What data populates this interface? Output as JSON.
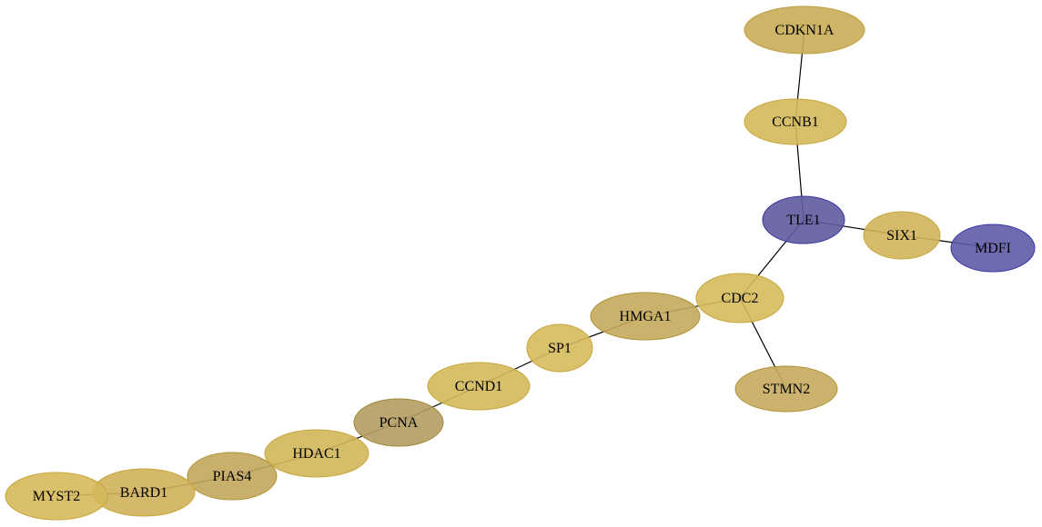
{
  "nodes": [
    {
      "id": "CDKN1A",
      "label": "CDKN1A",
      "color": "#c9ac55",
      "stroke": "#c0a040"
    },
    {
      "id": "CCNB1",
      "label": "CCNB1",
      "color": "#d4b85a",
      "stroke": "#c8a63c"
    },
    {
      "id": "TLE1",
      "label": "TLE1",
      "color": "#5f5ba0",
      "stroke": "#3a36a0"
    },
    {
      "id": "SIX1",
      "label": "SIX1",
      "color": "#d0b45a",
      "stroke": "#c8a63c"
    },
    {
      "id": "MDFI",
      "label": "MDFI",
      "color": "#5f5ba8",
      "stroke": "#3a36a8"
    },
    {
      "id": "CDC2",
      "label": "CDC2",
      "color": "#d6ba5c",
      "stroke": "#c8a63c"
    },
    {
      "id": "HMGA1",
      "label": "HMGA1",
      "color": "#c4a85c",
      "stroke": "#b09438"
    },
    {
      "id": "STMN2",
      "label": "STMN2",
      "color": "#c6aa5e",
      "stroke": "#b09438"
    },
    {
      "id": "SP1",
      "label": "SP1",
      "color": "#d6ba5c",
      "stroke": "#c8a63c"
    },
    {
      "id": "CCND1",
      "label": "CCND1",
      "color": "#d4b85a",
      "stroke": "#c8a63c"
    },
    {
      "id": "PCNA",
      "label": "PCNA",
      "color": "#b29c60",
      "stroke": "#a08838"
    },
    {
      "id": "HDAC1",
      "label": "HDAC1",
      "color": "#d2b65a",
      "stroke": "#c8a63c"
    },
    {
      "id": "PIAS4",
      "label": "PIAS4",
      "color": "#c2a65c",
      "stroke": "#b09438"
    },
    {
      "id": "BARD1",
      "label": "BARD1",
      "color": "#d0b15a",
      "stroke": "#c8a63c"
    },
    {
      "id": "MYST2",
      "label": "MYST2",
      "color": "#d6b95a",
      "stroke": "#c8a63c"
    }
  ],
  "edges": [
    [
      "CDKN1A",
      "CCNB1"
    ],
    [
      "CCNB1",
      "TLE1"
    ],
    [
      "TLE1",
      "SIX1"
    ],
    [
      "SIX1",
      "MDFI"
    ],
    [
      "TLE1",
      "CDC2"
    ],
    [
      "CDC2",
      "HMGA1"
    ],
    [
      "CDC2",
      "STMN2"
    ],
    [
      "HMGA1",
      "SP1"
    ],
    [
      "SP1",
      "CCND1"
    ],
    [
      "CCND1",
      "PCNA"
    ],
    [
      "PCNA",
      "HDAC1"
    ],
    [
      "HDAC1",
      "PIAS4"
    ],
    [
      "PIAS4",
      "BARD1"
    ],
    [
      "BARD1",
      "MYST2"
    ]
  ]
}
